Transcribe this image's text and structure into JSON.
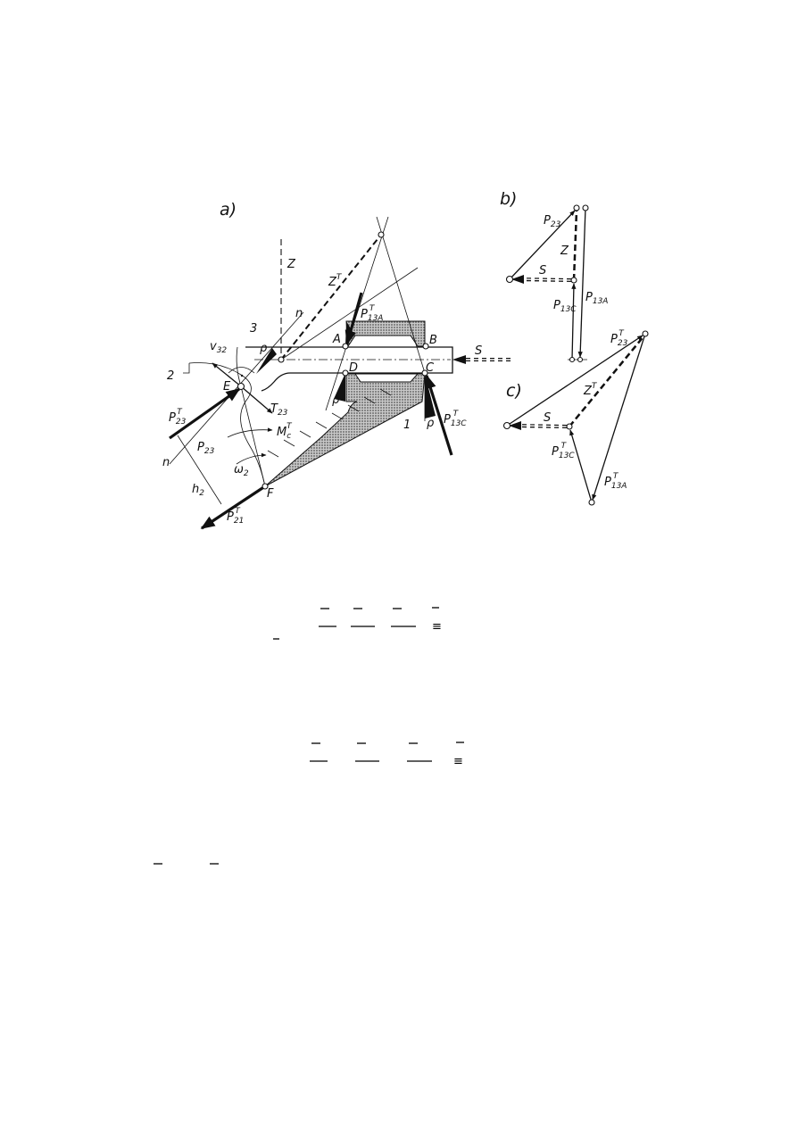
{
  "figure": {
    "panel_labels": {
      "a": "a)",
      "b": "b)",
      "c": "c)"
    },
    "colors": {
      "ink": "#111111",
      "hatch": "#9a9a9a",
      "background": "#ffffff"
    },
    "labels_a": {
      "Z": "Z",
      "ZT": "Z",
      "n_top": "n",
      "n_bottom": "n",
      "three": "3",
      "two": "2",
      "one": "1",
      "v32": "v",
      "v32_sub": "32",
      "E": "E",
      "T23": "T",
      "T23_sub": "23",
      "P23T": "P",
      "P23T_sub": "23",
      "P23T_sup": "T",
      "P23": "P",
      "P23_sub": "23",
      "MC": "M",
      "MC_sub": "c",
      "MC_sup": "T",
      "omega": "ω",
      "omega_sub": "2",
      "h2": "h",
      "h2_sub": "2",
      "F": "F",
      "P21T": "P",
      "P21T_sub": "21",
      "P21T_sup": "T",
      "A": "A",
      "B": "B",
      "C": "C",
      "D": "D",
      "S": "S",
      "rho": "ρ",
      "T": "T",
      "P13A": "P",
      "P13A_sub": "13A",
      "P13A_sup": "T",
      "P13C": "P",
      "P13C_sub": "13C",
      "P13C_sup": "T"
    },
    "labels_b": {
      "P23": "P",
      "P23_sub": "23",
      "Z": "Z",
      "S": "S",
      "P13C": "P",
      "P13C_sub": "13C",
      "P13A": "P",
      "P13A_sub": "13A"
    },
    "labels_c": {
      "P23": "P",
      "P23_sub": "23",
      "sup": "T",
      "Z": "Z",
      "S": "S",
      "P13C": "P",
      "P13C_sub": "13C",
      "P13A": "P",
      "P13A_sub": "13A"
    }
  },
  "equations": {
    "eq1_symbol": "≡",
    "eq2_symbol": "≡"
  }
}
